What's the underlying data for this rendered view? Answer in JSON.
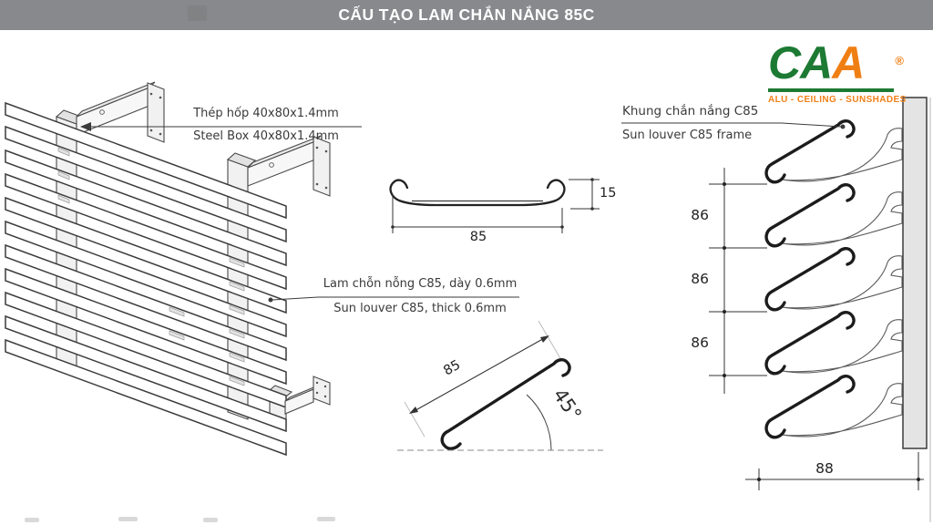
{
  "header": {
    "title": "CẤU TẠO LAM CHẮN NẮNG 85C",
    "bg_color": "#87898c"
  },
  "logo": {
    "letter_c": "C",
    "letter_a1": "A",
    "letter_a2": "A",
    "registered": "®",
    "tagline": "ALU - CEILING - SUNSHADES",
    "green": "#1d7a33",
    "orange": "#f08018"
  },
  "annotations": {
    "steel_box": {
      "vi": "Thép hốp 40x80x1.4mm",
      "en": "Steel Box 40x80x1.4mm"
    },
    "louver": {
      "vi": "Lam chỗn nỗng C85, dày 0.6mm",
      "en": "Sun louver C85, thick 0.6mm"
    },
    "frame": {
      "vi": "Khung chắn nắng C85",
      "en": "Sun louver C85 frame"
    }
  },
  "dimensions": {
    "profile_width": "85",
    "profile_height": "15",
    "blade_width": "85",
    "blade_angle": "45°",
    "spacing": [
      "86",
      "86",
      "86"
    ],
    "frame_depth": "88"
  }
}
